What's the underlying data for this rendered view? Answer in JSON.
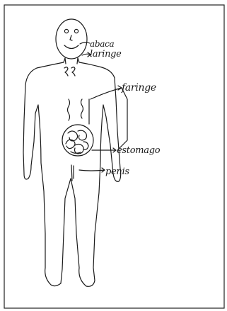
{
  "labels": {
    "boca": "abaca",
    "laringe": "laringe",
    "faringe": "faringe",
    "estomago": "estomago",
    "penis": "penis"
  },
  "colors": {
    "ink": "#1a1a1a",
    "paper": "#ffffff"
  }
}
